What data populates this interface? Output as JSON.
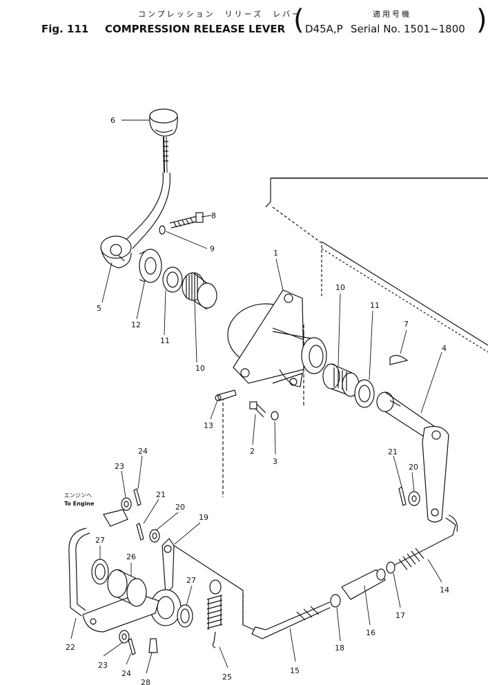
{
  "header": {
    "title_jp": "コンプレッション　リリーズ　レバー",
    "fig_label": "Fig. 111",
    "title_en": "COMPRESSION RELEASE LEVER",
    "serial_jp": "適用号機",
    "serial_model": "D45A,P",
    "serial_text": "Serial No. 1501~1800"
  },
  "engine_note": {
    "jp": "エンジンへ",
    "en": "To Engine"
  },
  "callouts": [
    "6",
    "8",
    "9",
    "5",
    "12",
    "11",
    "10",
    "1",
    "10",
    "11",
    "7",
    "4",
    "13",
    "2",
    "3",
    "21",
    "20",
    "24",
    "23",
    "21",
    "20",
    "19",
    "27",
    "26",
    "27",
    "22",
    "23",
    "24",
    "28",
    "25",
    "15",
    "18",
    "16",
    "17",
    "14"
  ]
}
